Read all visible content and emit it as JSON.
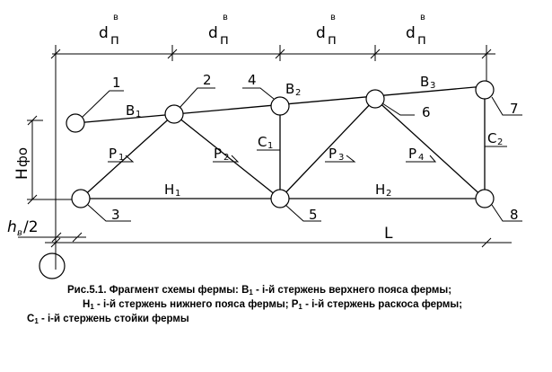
{
  "dimensions": {
    "panel": {
      "main": "d",
      "sub": "п",
      "sup": "в"
    },
    "height": {
      "main": "H",
      "sub": "фо"
    },
    "offset": {
      "main": "h",
      "sub": "в",
      "suffix": "/2"
    },
    "span": "L"
  },
  "members": {
    "top_chord": [
      "B",
      "B",
      "B"
    ],
    "top_chord_idx": [
      "1",
      "2",
      "3"
    ],
    "bottom_chord": [
      "H",
      "H"
    ],
    "bottom_chord_idx": [
      "1",
      "2"
    ],
    "diagonals": [
      "P",
      "P",
      "P",
      "P"
    ],
    "diagonals_idx": [
      "1",
      "2",
      "3",
      "4"
    ],
    "verticals": [
      "C",
      "C"
    ],
    "verticals_idx": [
      "1",
      "2"
    ]
  },
  "nodes": [
    "1",
    "2",
    "3",
    "4",
    "5",
    "6",
    "7",
    "8"
  ],
  "caption": {
    "line1_prefix": "Рис.5.1. Фрагмент схемы фермы: B",
    "line1_sub": "1",
    "line1_suffix": " - i-й стержень верхнего пояса фермы;",
    "line2_prefix": "H",
    "line2_sub": "1",
    "line2_mid": " - i-й стержень нижнего пояса фермы; P",
    "line2_sub2": "1",
    "line2_suffix": " - i-й стержень раскоса фермы;",
    "line3_prefix": "C",
    "line3_sub": "1",
    "line3_suffix": " - i-й стержень стойки фермы"
  }
}
